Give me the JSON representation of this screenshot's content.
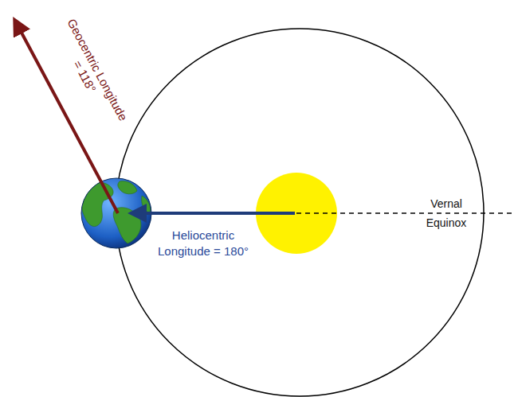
{
  "diagram": {
    "labels": [
      "Geocentric Longitude = 118°",
      "Heliocentric Longitude = 180°",
      "Vernal Equinox"
    ]
  }
}
